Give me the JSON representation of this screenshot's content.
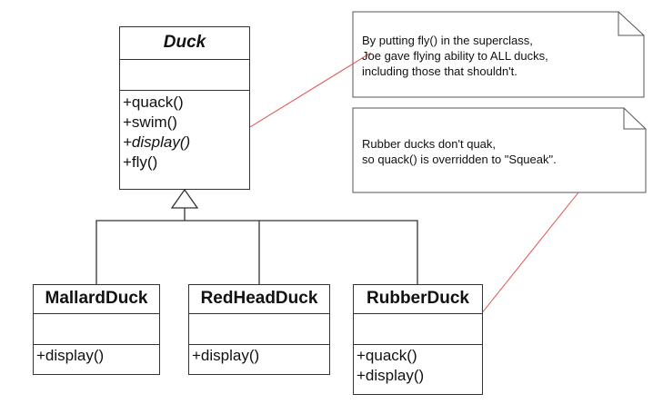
{
  "classes": {
    "duck": {
      "name": "Duck",
      "ops": [
        "+quack()",
        "+swim()",
        "+display()",
        "+fly()"
      ]
    },
    "mallard": {
      "name": "MallardDuck",
      "ops": [
        "+display()"
      ]
    },
    "redhead": {
      "name": "RedHeadDuck",
      "ops": [
        "+display()"
      ]
    },
    "rubber": {
      "name": "RubberDuck",
      "ops": [
        "+quack()",
        "+display()"
      ]
    }
  },
  "notes": {
    "note1": {
      "lines": [
        "By putting fly() in the superclass,",
        "Joe gave flying ability to ALL ducks,",
        "including those that shouldn't."
      ]
    },
    "note2": {
      "lines": [
        "Rubber ducks don't quak,",
        "so quack() is overridden to \"Squeak\"."
      ]
    }
  },
  "colors": {
    "line": "#333333",
    "arrow": "#ff0000",
    "arrow_line": "#e05050"
  }
}
